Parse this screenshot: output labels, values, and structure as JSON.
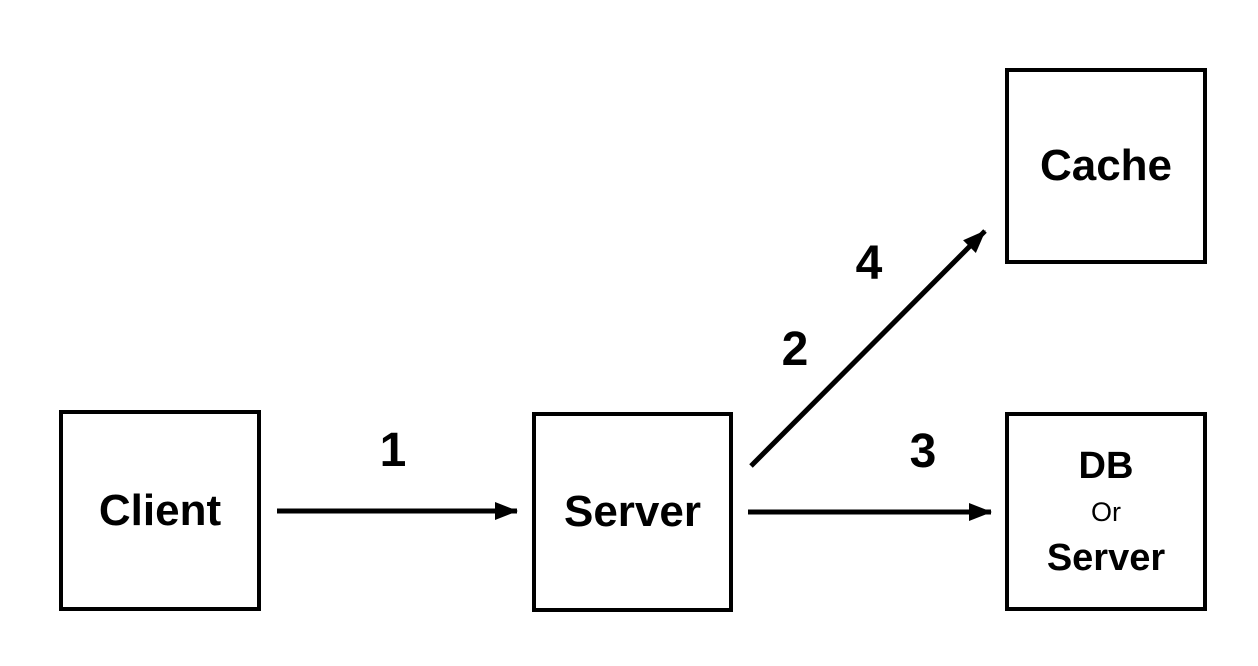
{
  "colors": {
    "background": "#ffffff",
    "stroke": "#000000",
    "text": "#000000",
    "node_fill": "#ffffff"
  },
  "nodes": {
    "client": {
      "label": "Client"
    },
    "server": {
      "label": "Server"
    },
    "cache": {
      "label": "Cache"
    },
    "db": {
      "line1": "DB",
      "line2": "Or",
      "line3": "Server"
    }
  },
  "edges": {
    "client_to_server": {
      "label": "1"
    },
    "server_to_cache": {
      "label_lower": "2",
      "label_upper": "4"
    },
    "server_to_db": {
      "label": "3"
    }
  }
}
